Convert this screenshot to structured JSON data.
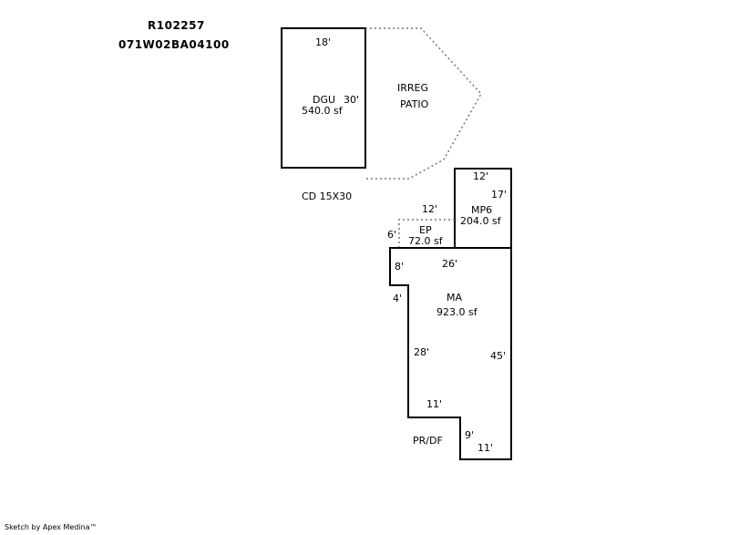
{
  "header": {
    "parcel_id": "R102257",
    "map_number": "071W02BA04100"
  },
  "areas": {
    "dgu": {
      "code": "DGU",
      "dim_top": "18'",
      "dim_side": "30'",
      "area": "540.0 sf"
    },
    "patio": {
      "line1": "IRREG",
      "line2": "PATIO"
    },
    "cd": {
      "label": "CD 15X30"
    },
    "mp6": {
      "code": "MP6",
      "dim_top": "12'",
      "dim_side": "17'",
      "area": "204.0 sf"
    },
    "ep": {
      "code": "EP",
      "dim_top": "12'",
      "dim_side": "6'",
      "area": "72.0 sf"
    },
    "ma": {
      "code": "MA",
      "area": "923.0 sf",
      "dim_top": "26'",
      "dim_step_a": "8'",
      "dim_step_b": "4'",
      "dim_left": "28'",
      "dim_right": "45'",
      "dim_bottom_step": "11'",
      "dim_notch": "9'",
      "dim_bottom": "11'"
    },
    "prdf": {
      "label": "PR/DF"
    }
  },
  "footer": {
    "credit": "Sketch by Apex Medina™"
  }
}
